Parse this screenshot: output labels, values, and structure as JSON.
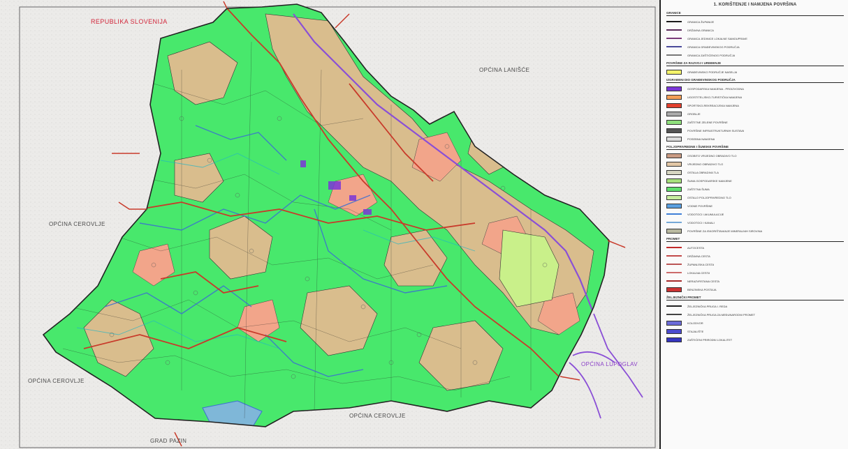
{
  "map": {
    "place_labels": [
      {
        "text": "REPUBLIKA SLOVENIJA",
        "style": "red"
      },
      {
        "text": "OPĆINA LANIŠĆE",
        "style": "plain"
      },
      {
        "text": "OPĆINA CEROVLJE",
        "style": "plain"
      },
      {
        "text": "OPĆINA CEROVLJE",
        "style": "plain"
      },
      {
        "text": "OPĆINA LUPOGLAV",
        "style": "purple"
      },
      {
        "text": "OPĆINA CEROVLJE",
        "style": "plain"
      },
      {
        "text": "GRAD PAZIN",
        "style": "plain"
      }
    ],
    "colors": {
      "forest": "#48e86c",
      "agri": "#d9bd8d",
      "settlement": "#f2a58a",
      "water": "#7fb7d8",
      "meadow": "#c9f08a",
      "road": "#c83a2a",
      "river": "#3b6fd1",
      "highway": "#8a4fd6"
    }
  },
  "legend": {
    "title": "1. KORIŠTENJE I NAMJENA POVRŠINA",
    "sections": [
      {
        "heading": "GRANICE",
        "rows": [
          {
            "sym": "#1a1a1a",
            "kind": "line",
            "label": "GRANICA ŽUPANIJE"
          },
          {
            "sym": "#5a2a5a",
            "kind": "line",
            "label": "DRŽAVNA GRANICA"
          },
          {
            "sym": "#7a3b7a",
            "kind": "line",
            "label": "GRANICA JEDINICE LOKALNE SAMOUPRAVE"
          },
          {
            "sym": "#4a4a9a",
            "kind": "line",
            "label": "GRANICA GRAĐEVINSKOG PODRUČJA"
          },
          {
            "sym": "#777",
            "kind": "line",
            "label": "GRANICA ZAŠTIĆENOG PODRUČJA"
          }
        ]
      },
      {
        "heading": "POVRŠINE ZA RAZVOJ I UREĐENJE",
        "rows": [
          {
            "sym": "#f4f36a",
            "kind": "box",
            "label": "GRAĐEVINSKO PODRUČJE NASELJA"
          }
        ]
      },
      {
        "heading": "IZGRAĐENI DIO GRAĐEVINSKOG PODRUČJA",
        "rows": [
          {
            "sym": "#7b36d8",
            "kind": "box",
            "label": "GOSPODARSKA NAMJENA - PROIZVODNA"
          },
          {
            "sym": "#f39f58",
            "kind": "box",
            "label": "UGOSTITELJSKO-TURISTIČKA NAMJENA"
          },
          {
            "sym": "#e2402e",
            "kind": "box",
            "label": "SPORTSKO-REKREACIJSKA NAMJENA"
          },
          {
            "sym": "#aaaaaa",
            "kind": "box",
            "label": "GROBLJE"
          },
          {
            "sym": "#8fe07c",
            "kind": "box",
            "label": "ZAŠTITNE ZELENE POVRŠINE"
          },
          {
            "sym": "#555",
            "kind": "box",
            "label": "POVRŠINE INFRASTRUKTURNIH SUSTAVA"
          },
          {
            "sym": "#ddd",
            "kind": "box",
            "label": "POSEBNA NAMJENA"
          }
        ]
      },
      {
        "heading": "POLJOPRIVREDNE I ŠUMSKE POVRŠINE",
        "rows": [
          {
            "sym": "#c99a83",
            "kind": "box",
            "label": "OSOBITO VRIJEDNO OBRADIVO TLO"
          },
          {
            "sym": "#e2c7a6",
            "kind": "box",
            "label": "VRIJEDNO OBRADIVO TLO"
          },
          {
            "sym": "#d8d7c3",
            "kind": "box",
            "label": "OSTALA OBRADIVA TLA"
          },
          {
            "sym": "#a6e07c",
            "kind": "box",
            "label": "ŠUMA GOSPODARSKE NAMJENE"
          },
          {
            "sym": "#5fe06d",
            "kind": "box",
            "label": "ZAŠTITNA ŠUMA"
          },
          {
            "sym": "#c8eea0",
            "kind": "box",
            "label": "OSTALO POLJOPRIVREDNO TLO"
          },
          {
            "sym": "#5a9fe0",
            "kind": "box",
            "label": "VODNE POVRŠINE"
          },
          {
            "sym": "#3f7fd8",
            "kind": "line",
            "label": "VODOTOCI I AKUMULACIJE"
          },
          {
            "sym": "#76a8d8",
            "kind": "line",
            "label": "VODOTOCI I KANALI"
          },
          {
            "sym": "#b9b9a0",
            "kind": "box",
            "label": "POVRŠINE ZA ISKORIŠTAVANJE MINERALNIH SIROVINA"
          }
        ]
      },
      {
        "heading": "PROMET",
        "rows": [
          {
            "sym": "#c22a2a",
            "kind": "line",
            "label": "AUTOCESTA"
          },
          {
            "sym": "#c24a4a",
            "kind": "line",
            "label": "DRŽAVNA CESTA"
          },
          {
            "sym": "#bb5555",
            "kind": "line",
            "label": "ŽUPANIJSKA CESTA"
          },
          {
            "sym": "#cc6b6b",
            "kind": "line",
            "label": "LOKALNA CESTA"
          },
          {
            "sym": "#a62a2a",
            "kind": "line",
            "label": "NERAZVRSTANA CESTA"
          },
          {
            "sym": "#cc3333",
            "kind": "box",
            "label": "BENZINSKA POSTAJA"
          }
        ]
      },
      {
        "heading": "ŽELJEZNIČKI PROMET",
        "rows": [
          {
            "sym": "#222",
            "kind": "line",
            "label": "ŽELJEZNIČKA PRUGA I. REDA"
          },
          {
            "sym": "#444",
            "kind": "line",
            "label": "ŽELJEZNIČKA PRUGA ZA MEĐUNARODNI PROMET"
          },
          {
            "sym": "#6b6bd8",
            "kind": "box",
            "label": "KOLODVOR"
          },
          {
            "sym": "#4b4bcf",
            "kind": "box",
            "label": "STAJALIŠTE"
          },
          {
            "sym": "#3535c0",
            "kind": "box",
            "label": "ZAŠTIĆENI PRIRODNI LOKALITET"
          }
        ]
      }
    ]
  }
}
